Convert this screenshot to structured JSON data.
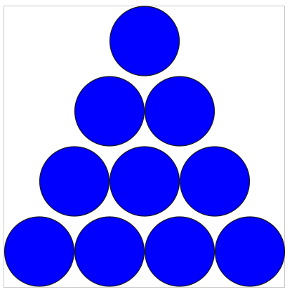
{
  "diagram": {
    "shape": "triangular-stack-of-circles",
    "rows": [
      1,
      2,
      3,
      4
    ],
    "colors": {
      "fill": "#0000ff",
      "stroke": "#1a1a1a",
      "frame": "#c8c8c8",
      "background": "#ffffff"
    }
  }
}
